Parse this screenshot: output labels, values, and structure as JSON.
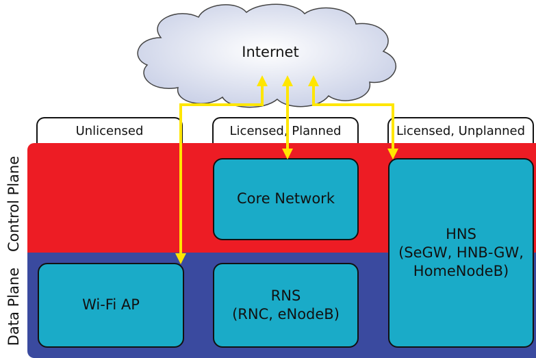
{
  "cloud": {
    "label": "Internet"
  },
  "tabs": [
    "Unlicensed",
    "Licensed,  Planned",
    "Licensed, Unplanned"
  ],
  "planes": {
    "control": "Control Plane",
    "data": "Data Plane"
  },
  "boxes": {
    "core": {
      "label": "Core Network"
    },
    "wifi": {
      "label": "Wi-Fi AP"
    },
    "rns": {
      "line1": "RNS",
      "line2": "(RNC, eNodeB)"
    },
    "hns": {
      "line1": "HNS",
      "line2": "(SeGW, HNB-GW,",
      "line3": "HomeNodeB)"
    }
  },
  "colors": {
    "control_plane": "#ed1c24",
    "data_plane": "#3a4a9f",
    "box_fill": "#1aabc8",
    "arrow": "#ffe600",
    "cloud": "#d9deef"
  }
}
